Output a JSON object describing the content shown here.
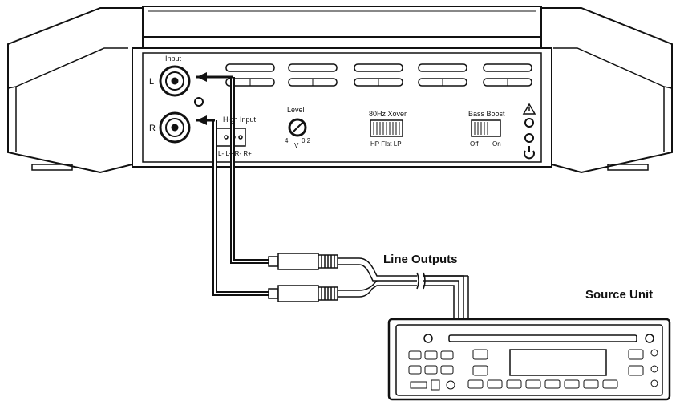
{
  "amplifier": {
    "input_label": "Input",
    "left_label": "L",
    "right_label": "R",
    "high_input_label": "High Input",
    "high_input_pins": "L- L+ R- R+",
    "level_label": "Level",
    "level_min": "4",
    "level_unit": "V",
    "level_max": "0.2",
    "xover_label": "80Hz Xover",
    "xover_options": "HP  Flat  LP",
    "bass_boost_label": "Bass Boost",
    "bass_off": "Off",
    "bass_on": "On"
  },
  "cables": {
    "label": "Line Outputs"
  },
  "source": {
    "label": "Source Unit"
  }
}
